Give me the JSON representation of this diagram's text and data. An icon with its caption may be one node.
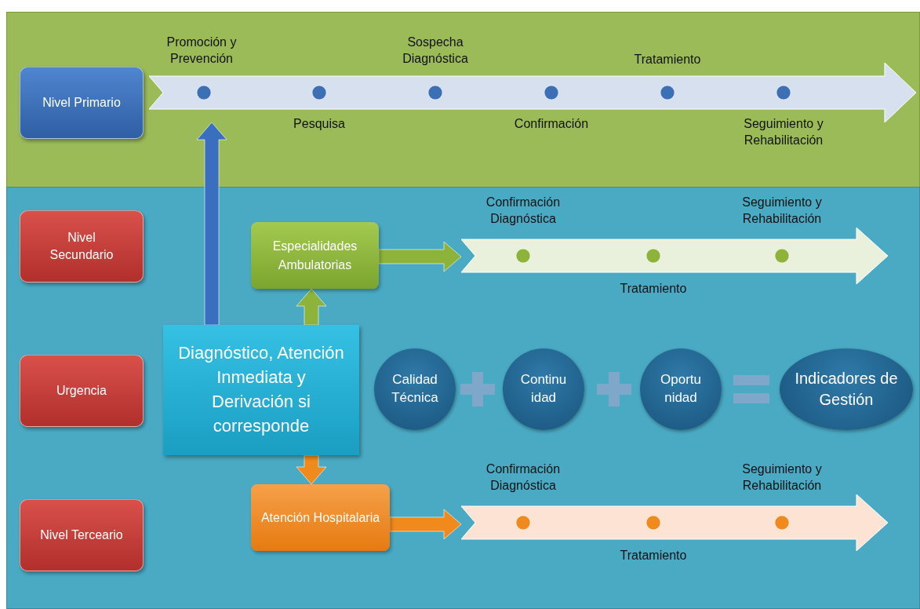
{
  "diagram": {
    "nodes": [
      {
        "text": [
          "Nivel Primario"
        ]
      },
      {
        "text": [],
        "shape": "arrow",
        "beside": [
          "Promoción y Prevención",
          "Sospecha Diagnóstica",
          "Tratamiento",
          "Pesquisa",
          "Confirmación",
          "Seguimiento y Rehabilitación"
        ]
      },
      {
        "text": [
          "Nivel Secundario"
        ]
      },
      {
        "text": [
          "Especialidades Ambulatorias"
        ]
      },
      {
        "text": [],
        "shape": "arrow",
        "beside": [
          "Confirmación Diagnóstica",
          "Seguimiento y Rehabilitación",
          "Tratamiento"
        ]
      },
      {
        "text": [
          "Urgencia"
        ]
      },
      {
        "text": [
          "Diagnóstico, Atención Inmediata y Derivación si corresponde"
        ]
      },
      {
        "text": [
          "Calidad Técnica"
        ]
      },
      {
        "text": [
          "Continu idad"
        ]
      },
      {
        "text": [
          "Oportu nidad"
        ]
      },
      {
        "text": [
          "Indicadores de Gestión"
        ]
      },
      {
        "text": [
          "Nivel Terceario"
        ]
      },
      {
        "text": [
          "Atención Hospitalaria"
        ]
      },
      {
        "text": [],
        "shape": "arrow",
        "beside": [
          "Confirmación Diagnóstica",
          "Seguimiento y Rehabilitación",
          "Tratamiento"
        ]
      }
    ],
    "edges": [
      {
        "from": 6,
        "to": 1,
        "arrow": "to",
        "style": "thick",
        "color": "#3a6fc0"
      },
      {
        "from": 6,
        "to": 3,
        "arrow": "to",
        "style": "thick",
        "color": "#8db33a"
      },
      {
        "from": 6,
        "to": 12,
        "arrow": "to",
        "style": "thick",
        "color": "#f08a1c"
      },
      {
        "from": 3,
        "to": 4,
        "arrow": "to",
        "style": "thick",
        "color": "#8db33a"
      },
      {
        "from": 12,
        "to": 13,
        "arrow": "to",
        "style": "thick",
        "color": "#f08a1c"
      }
    ]
  }
}
